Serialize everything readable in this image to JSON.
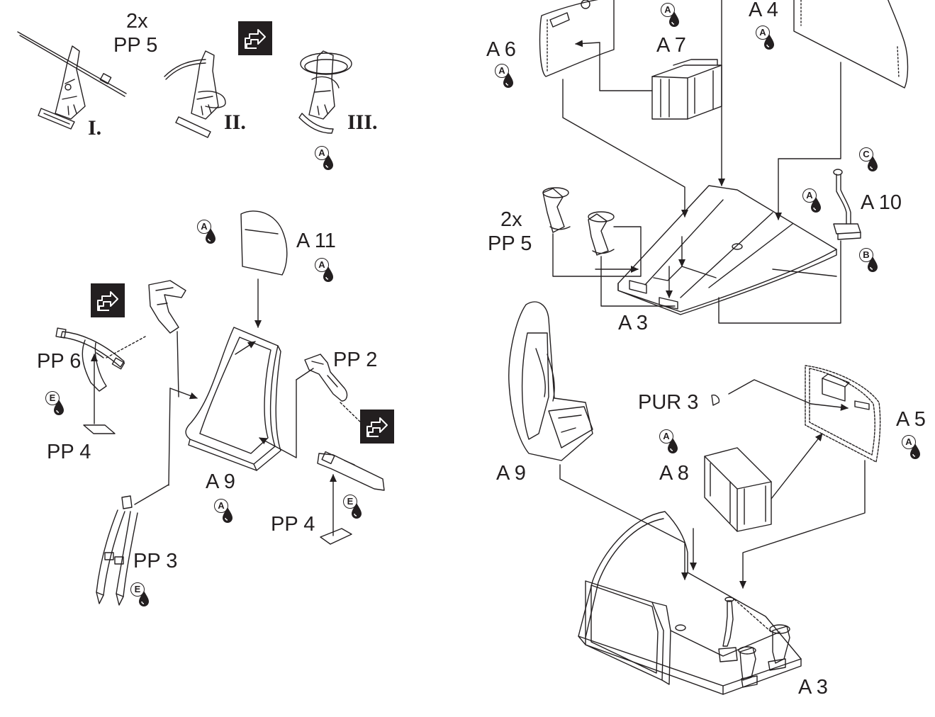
{
  "labels": {
    "pp5_qty_top": "2x",
    "pp5_top": "PP 5",
    "roman_1": "I.",
    "roman_2": "II.",
    "roman_3": "III.",
    "a11": "A 11",
    "pp6": "PP 6",
    "pp2": "PP 2",
    "pp4_left": "PP 4",
    "a9_left": "A 9",
    "pp4_bottom": "PP 4",
    "pp3": "PP 3",
    "a6": "A 6",
    "a7": "A 7",
    "a4": "A 4",
    "pp5_qty_right": "2x",
    "pp5_right": "PP 5",
    "a10": "A 10",
    "a3_top": "A 3",
    "a9_right": "A 9",
    "pur3": "PUR 3",
    "a8": "A 8",
    "a5": "A 5",
    "a3_bottom": "A 3"
  },
  "paints": [
    {
      "id": "p1",
      "code": "A"
    },
    {
      "id": "p2",
      "code": "A"
    },
    {
      "id": "p3",
      "code": "A"
    },
    {
      "id": "p4",
      "code": "E"
    },
    {
      "id": "p5",
      "code": "A"
    },
    {
      "id": "p6",
      "code": "E"
    },
    {
      "id": "p7",
      "code": "E"
    },
    {
      "id": "p8",
      "code": "A"
    },
    {
      "id": "p9",
      "code": "A"
    },
    {
      "id": "p10",
      "code": "A"
    },
    {
      "id": "p11",
      "code": "C"
    },
    {
      "id": "p12",
      "code": "A"
    },
    {
      "id": "p13",
      "code": "B"
    },
    {
      "id": "p14",
      "code": "A"
    },
    {
      "id": "p15",
      "code": "A"
    }
  ],
  "icons": {
    "flip": "flip-over-icon",
    "paint": "paint-drop-icon"
  },
  "colors": {
    "ink": "#231f20",
    "paper": "#ffffff"
  }
}
